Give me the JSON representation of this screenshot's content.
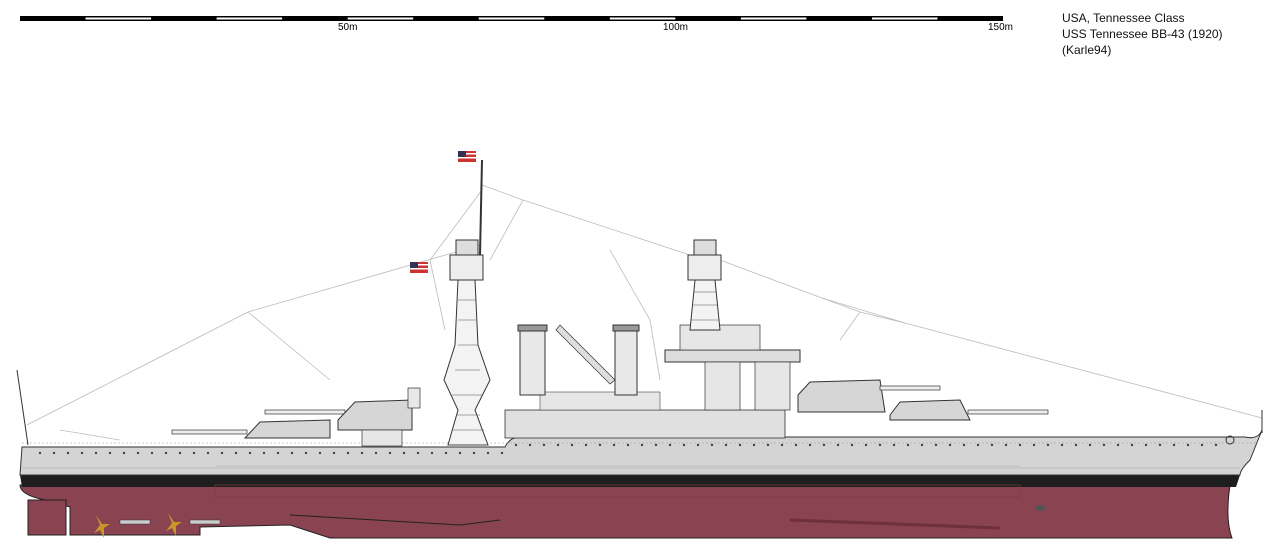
{
  "scale_bar": {
    "unit_meters_per_segment": 10,
    "segments": 15,
    "labels": [
      "50m",
      "100m",
      "150m"
    ]
  },
  "info": {
    "line1": "USA, Tennessee Class",
    "line2": "USS Tennessee BB-43 (1920)",
    "line3": "(Karle94)"
  },
  "colors": {
    "upper_hull": "#d4d4d4",
    "boot_top": "#1e1e1e",
    "lower_hull": "#8a4350",
    "superstructure": "#e0e0e0",
    "propeller": "#c8962a"
  }
}
